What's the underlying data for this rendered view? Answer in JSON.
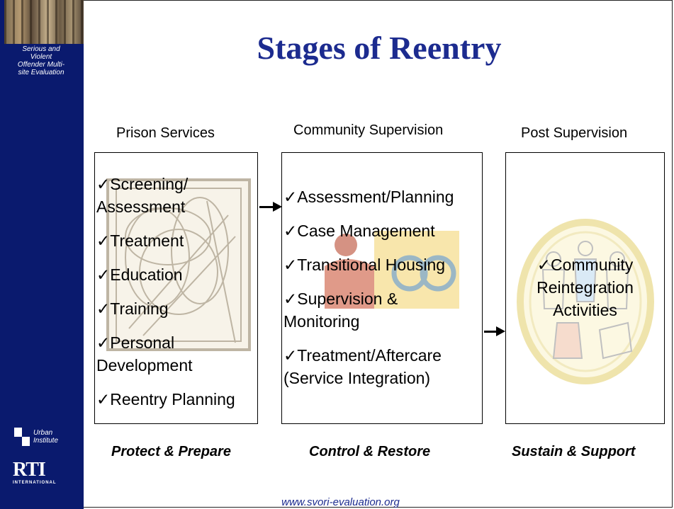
{
  "slide": {
    "title": "Stages of Reentry",
    "url": "www.svori-evaluation.org"
  },
  "sidebar": {
    "caption": "Serious and\nViolent\nOffender Multi-\nsite Evaluation",
    "urban_text": "Urban\nInstitute",
    "rti_mark": "RTI",
    "rti_sub": "INTERNATIONAL",
    "background": "#0a1a6e"
  },
  "stages": [
    {
      "heading": "Prison Services",
      "items": [
        "Screening/ Assessment",
        "Treatment",
        "Education",
        "Training",
        "Personal Development",
        "Reentry Planning"
      ],
      "footer": "Protect & Prepare",
      "art_icon": "prison-fence-icon"
    },
    {
      "heading": "Community Supervision",
      "items": [
        "Assessment/Planning",
        "Case Management",
        "Transitional Housing",
        "Supervision & Monitoring",
        "Treatment/Aftercare (Service Integration)"
      ],
      "footer": "Control & Restore",
      "art_icon": "handcuffs-officer-icon"
    },
    {
      "heading": "Post Supervision",
      "items": [
        "Community Reintegration Activities"
      ],
      "footer": "Sustain & Support",
      "art_icon": "community-circle-icon"
    }
  ],
  "colors": {
    "title": "#1c2b8f",
    "url": "#1c2b8f"
  }
}
